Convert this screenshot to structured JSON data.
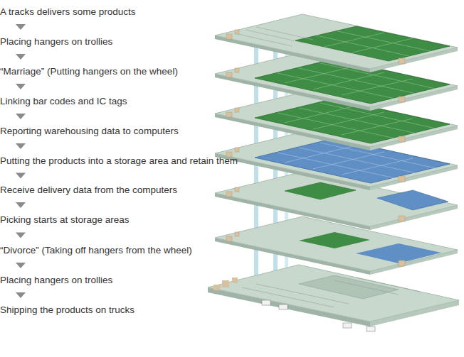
{
  "diagram": {
    "nodes": [
      {
        "text": [
          "A tracks delivers some products"
        ]
      },
      {
        "text": [
          "Placing hangers on trollies"
        ]
      },
      {
        "text": [
          "“Marriage” (Putting hangers on the wheel)"
        ]
      },
      {
        "text": [
          "Linking bar codes and IC tags"
        ]
      },
      {
        "text": [
          "Reporting warehousing data to computers"
        ]
      },
      {
        "text": [
          "Putting the products into a storage area and retain them"
        ]
      },
      {
        "text": [
          "Receive delivery data from the computers"
        ]
      },
      {
        "text": [
          "Picking starts at storage areas"
        ]
      },
      {
        "text": [
          "“Divorce” (Taking off hangers from the wheel)"
        ]
      },
      {
        "text": [
          "Placing hangers on trollies"
        ]
      },
      {
        "text": [
          "Shipping the products on trucks"
        ]
      }
    ],
    "edges": [
      {
        "from": 0,
        "to": 1,
        "arrow": "to"
      },
      {
        "from": 1,
        "to": 2,
        "arrow": "to"
      },
      {
        "from": 2,
        "to": 3,
        "arrow": "to"
      },
      {
        "from": 3,
        "to": 4,
        "arrow": "to"
      },
      {
        "from": 4,
        "to": 5,
        "arrow": "to"
      },
      {
        "from": 5,
        "to": 6,
        "arrow": "to"
      },
      {
        "from": 6,
        "to": 7,
        "arrow": "to"
      },
      {
        "from": 7,
        "to": 8,
        "arrow": "to"
      },
      {
        "from": 8,
        "to": 9,
        "arrow": "to"
      },
      {
        "from": 9,
        "to": 10,
        "arrow": "to"
      }
    ]
  }
}
